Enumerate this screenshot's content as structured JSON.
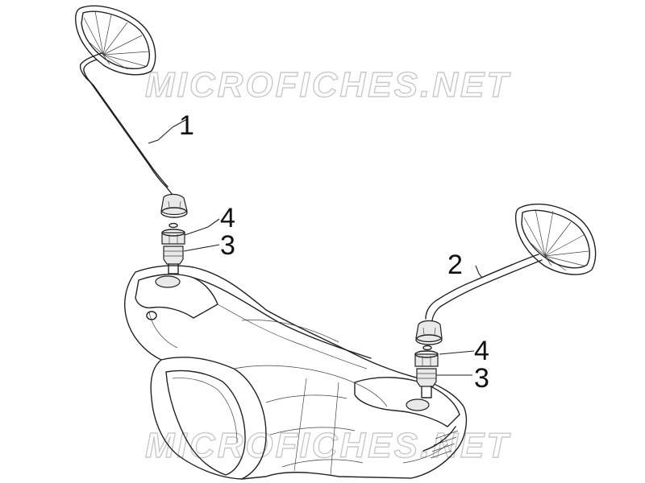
{
  "watermark": "MICROFICHES.NET",
  "callouts": [
    {
      "id": "1",
      "label": "1"
    },
    {
      "id": "2",
      "label": "2"
    },
    {
      "id": "3a",
      "label": "3"
    },
    {
      "id": "3b",
      "label": "3"
    },
    {
      "id": "4a",
      "label": "4"
    },
    {
      "id": "4b",
      "label": "4"
    }
  ],
  "parts": {
    "left_mirror": "left-rear-view-mirror",
    "right_mirror": "right-rear-view-mirror",
    "handlebar_cover": "handlebar-cover",
    "nut": "mirror-nut",
    "adapter": "mirror-adapter"
  }
}
